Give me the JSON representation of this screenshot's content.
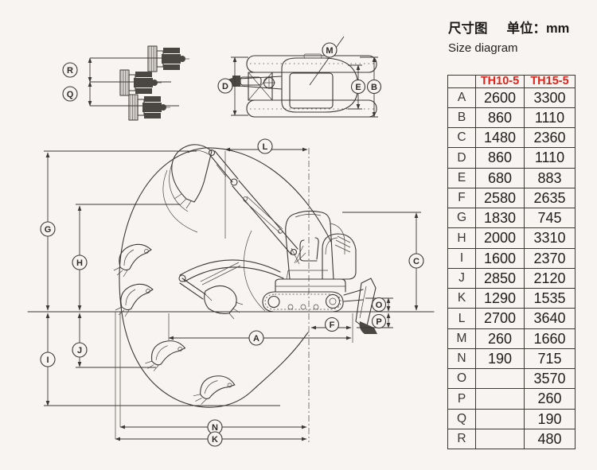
{
  "header": {
    "title_zh": "尺寸图",
    "unit_zh": "单位：mm",
    "subtitle_en": "Size diagram"
  },
  "table": {
    "columns": [
      "",
      "TH10-5",
      "TH15-5"
    ],
    "rows": [
      [
        "A",
        "2600",
        "3300"
      ],
      [
        "B",
        "860",
        "1110"
      ],
      [
        "C",
        "1480",
        "2360"
      ],
      [
        "D",
        "860",
        "1110"
      ],
      [
        "E",
        "680",
        "883"
      ],
      [
        "F",
        "2580",
        "2635"
      ],
      [
        "G",
        "1830",
        "745"
      ],
      [
        "H",
        "2000",
        "3310"
      ],
      [
        "I",
        "1600",
        "2370"
      ],
      [
        "J",
        "2850",
        "2120"
      ],
      [
        "K",
        "1290",
        "1535"
      ],
      [
        "L",
        "2700",
        "3640"
      ],
      [
        "M",
        "260",
        "1660"
      ],
      [
        "N",
        "190",
        "715"
      ],
      [
        "O",
        "",
        "3570"
      ],
      [
        "P",
        "",
        "260"
      ],
      [
        "Q",
        "",
        "190"
      ],
      [
        "R",
        "",
        "480"
      ]
    ]
  },
  "diagram": {
    "dim_labels": {
      "A": "A",
      "B": "B",
      "C": "C",
      "D": "D",
      "E": "E",
      "F": "F",
      "G": "G",
      "H": "H",
      "I": "I",
      "J": "J",
      "K": "K",
      "L": "L",
      "M": "M",
      "N": "N",
      "O": "O",
      "P": "P",
      "Q": "Q",
      "R": "R"
    }
  },
  "colors": {
    "accent_red": "#d9251c",
    "line": "#3c3836",
    "background": "#f8f4f1"
  }
}
